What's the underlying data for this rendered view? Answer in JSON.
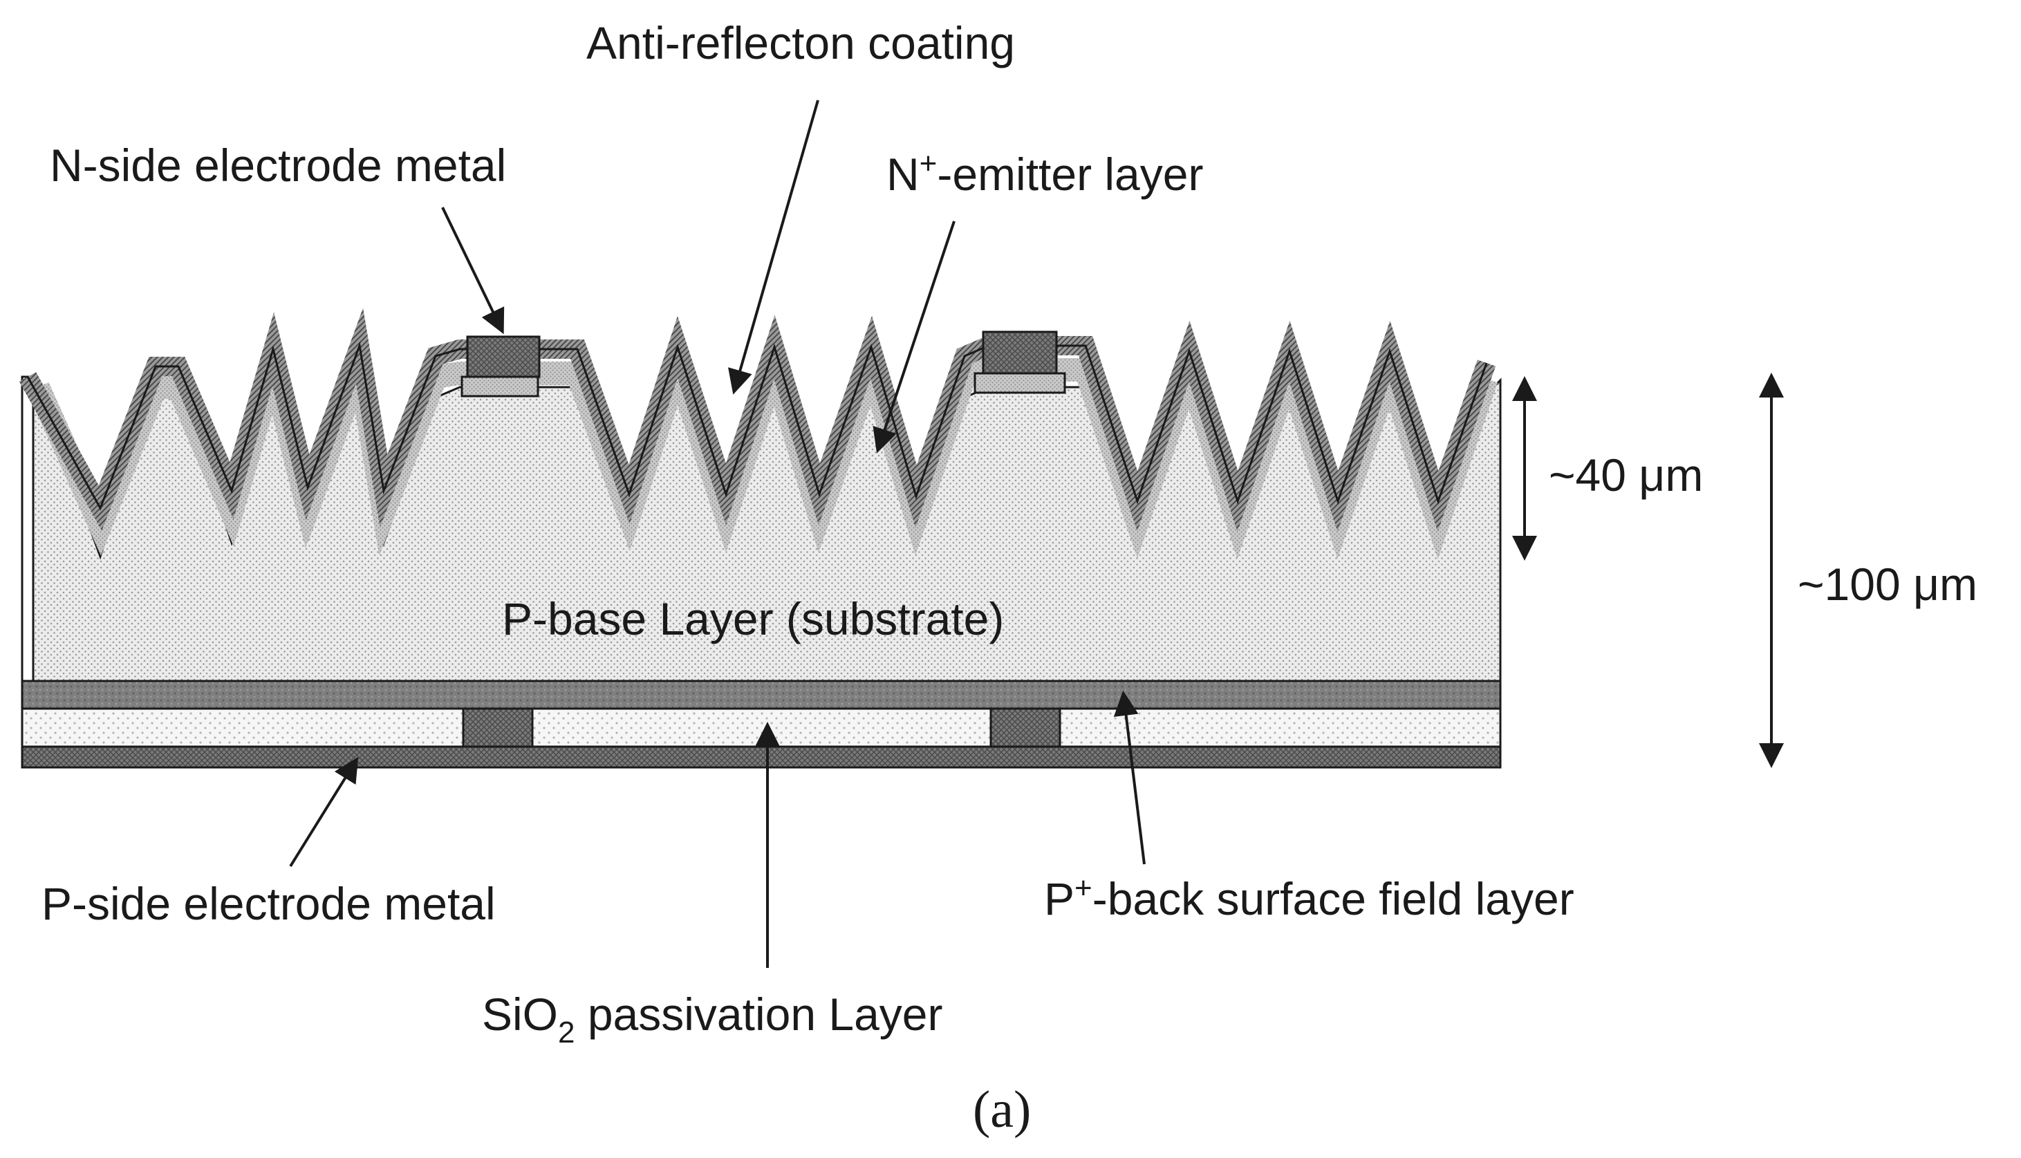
{
  "labels": {
    "anti_reflection": "Anti-reflecton coating",
    "n_electrode": "N-side electrode metal",
    "n_emitter_prefix": "N",
    "n_emitter_sup": "+",
    "n_emitter_suffix": "-emitter layer",
    "p_base": "P-base Layer (substrate)",
    "p_electrode": "P-side electrode metal",
    "p_bsf_prefix": "P",
    "p_bsf_sup": "+",
    "p_bsf_suffix": "-back surface field layer",
    "sio2_prefix": "SiO",
    "sio2_sub": "2",
    "sio2_suffix": " passivation Layer",
    "dim_40": "~40 μm",
    "dim_100": "~100 μm",
    "caption": "(a)"
  },
  "colors": {
    "substrate": "#ececec",
    "emitter": "#c4c4c4",
    "coating": "#8a8a8a",
    "metal": "#767676",
    "bsf": "#7f7f7f",
    "passivation": "#f4f4f4",
    "line": "#1a1a1a"
  }
}
